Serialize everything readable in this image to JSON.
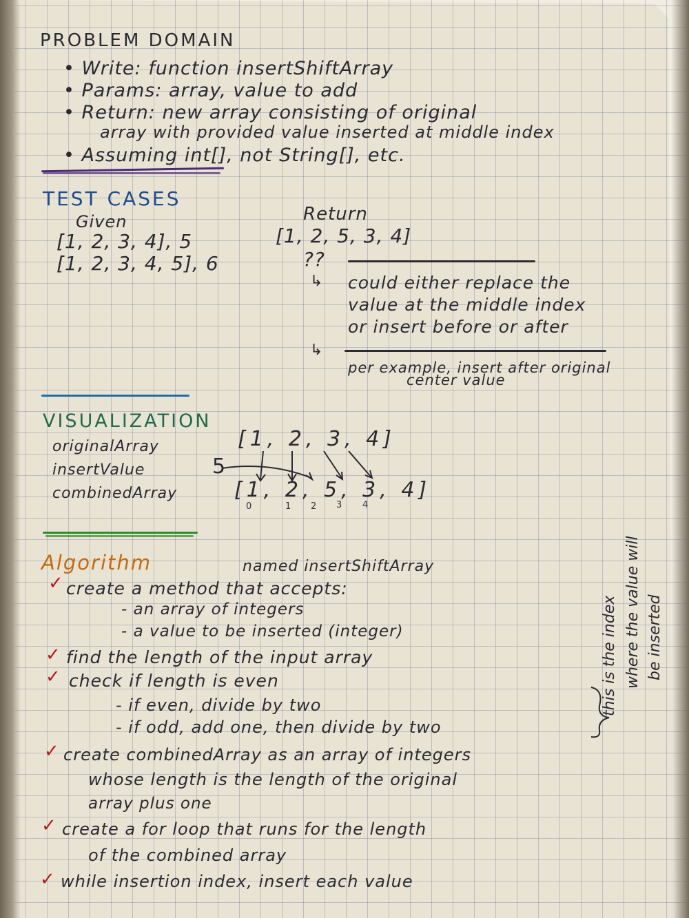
{
  "problem_domain": {
    "heading": "PROBLEM DOMAIN",
    "lines": [
      "• Write: function insertShiftArray",
      "• Params: array, value to add",
      "• Return: new array consisting of original",
      "array with provided value inserted at middle index",
      "• Assuming int[], not String[], etc."
    ]
  },
  "test_cases": {
    "heading": "TEST CASES",
    "given_label": "Given",
    "return_label": "Return",
    "given": [
      "[1, 2, 3, 4], 5",
      "[1, 2, 3, 4, 5], 6"
    ],
    "returns": [
      "[1, 2, 5, 3, 4]",
      "??"
    ],
    "notes": [
      "could either replace the",
      "value at the middle index",
      "or insert before or after",
      "per example, insert after original",
      "center value"
    ],
    "arrow_marker": "↳"
  },
  "visualization": {
    "heading": "VISUALIZATION",
    "labels": [
      "originalArray",
      "insertValue",
      "combinedArray"
    ],
    "original_array": "[1, 2, 3, 4]",
    "insert_value": "5",
    "combined_array": "[1, 2, 5, 3, 4]",
    "indices": [
      "0",
      "1",
      "2",
      "3",
      "4"
    ]
  },
  "algorithm": {
    "heading": "Algorithm",
    "named_note": "named insertShiftArray",
    "lines": [
      "create a method that accepts:",
      "- an array of integers",
      "- a value to be inserted (integer)",
      "find the length of the input array",
      "check if length is even",
      "- if even, divide by two",
      "- if odd, add one, then divide by two",
      "create combinedArray as an array of integers",
      "whose length is the length of the original",
      "array plus one",
      "create a for loop that runs for the length",
      "of the combined array",
      "while insertion index, insert each value"
    ],
    "side_note": [
      "this is the index",
      "where the value will",
      "be inserted"
    ],
    "check_mark": "✓"
  },
  "colors": {
    "ink": "#2a2a30",
    "test_heading": "#1f4d8c",
    "visualization_heading": "#1f6b4a",
    "algorithm_heading": "#c46a10",
    "rule_purple": "#4b2a78",
    "rule_blue": "#1b6fa8",
    "rule_green": "#2f8a2a",
    "check_red": "#b21c1c"
  }
}
